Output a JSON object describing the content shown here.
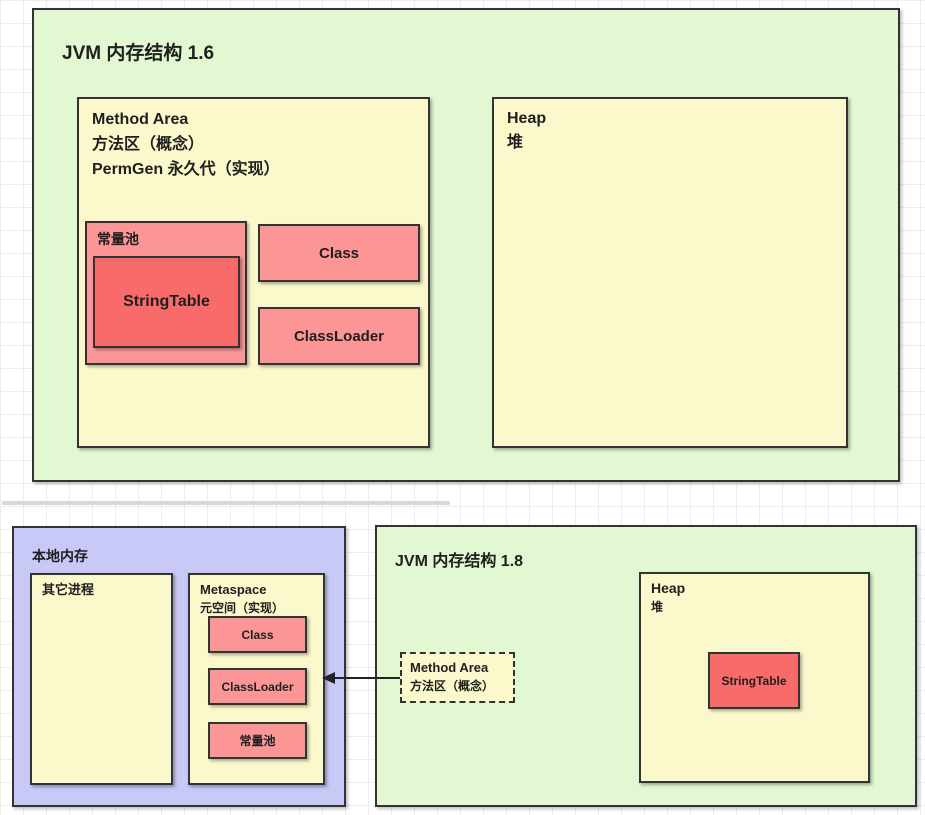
{
  "diagram16": {
    "title": "JVM 内存结构 1.6",
    "method_area": {
      "line1": "Method Area",
      "line2": "方法区（概念）",
      "line3": "PermGen 永久代（实现）"
    },
    "constant_pool_label": "常量池",
    "string_table_label": "StringTable",
    "class_label": "Class",
    "classloader_label": "ClassLoader",
    "heap": {
      "line1": "Heap",
      "line2": "堆"
    }
  },
  "native_memory": {
    "title": "本地内存",
    "other_process_label": "其它进程",
    "metaspace": {
      "line1": "Metaspace",
      "line2": "元空间（实现）"
    },
    "class_label": "Class",
    "classloader_label": "ClassLoader",
    "constant_pool_label": "常量池"
  },
  "diagram18": {
    "title": "JVM 内存结构 1.8",
    "method_area": {
      "line1": "Method Area",
      "line2": "方法区（概念）"
    },
    "heap": {
      "line1": "Heap",
      "line2": "堆"
    },
    "string_table_label": "StringTable"
  },
  "colors": {
    "container_green": "#e2f8d2",
    "region_yellow": "#fbf9cc",
    "block_pink": "#fc9696",
    "block_red": "#f96b6b",
    "native_purple": "#c8c9f7",
    "border_dark": "#333333",
    "grid_line": "#ededed"
  }
}
